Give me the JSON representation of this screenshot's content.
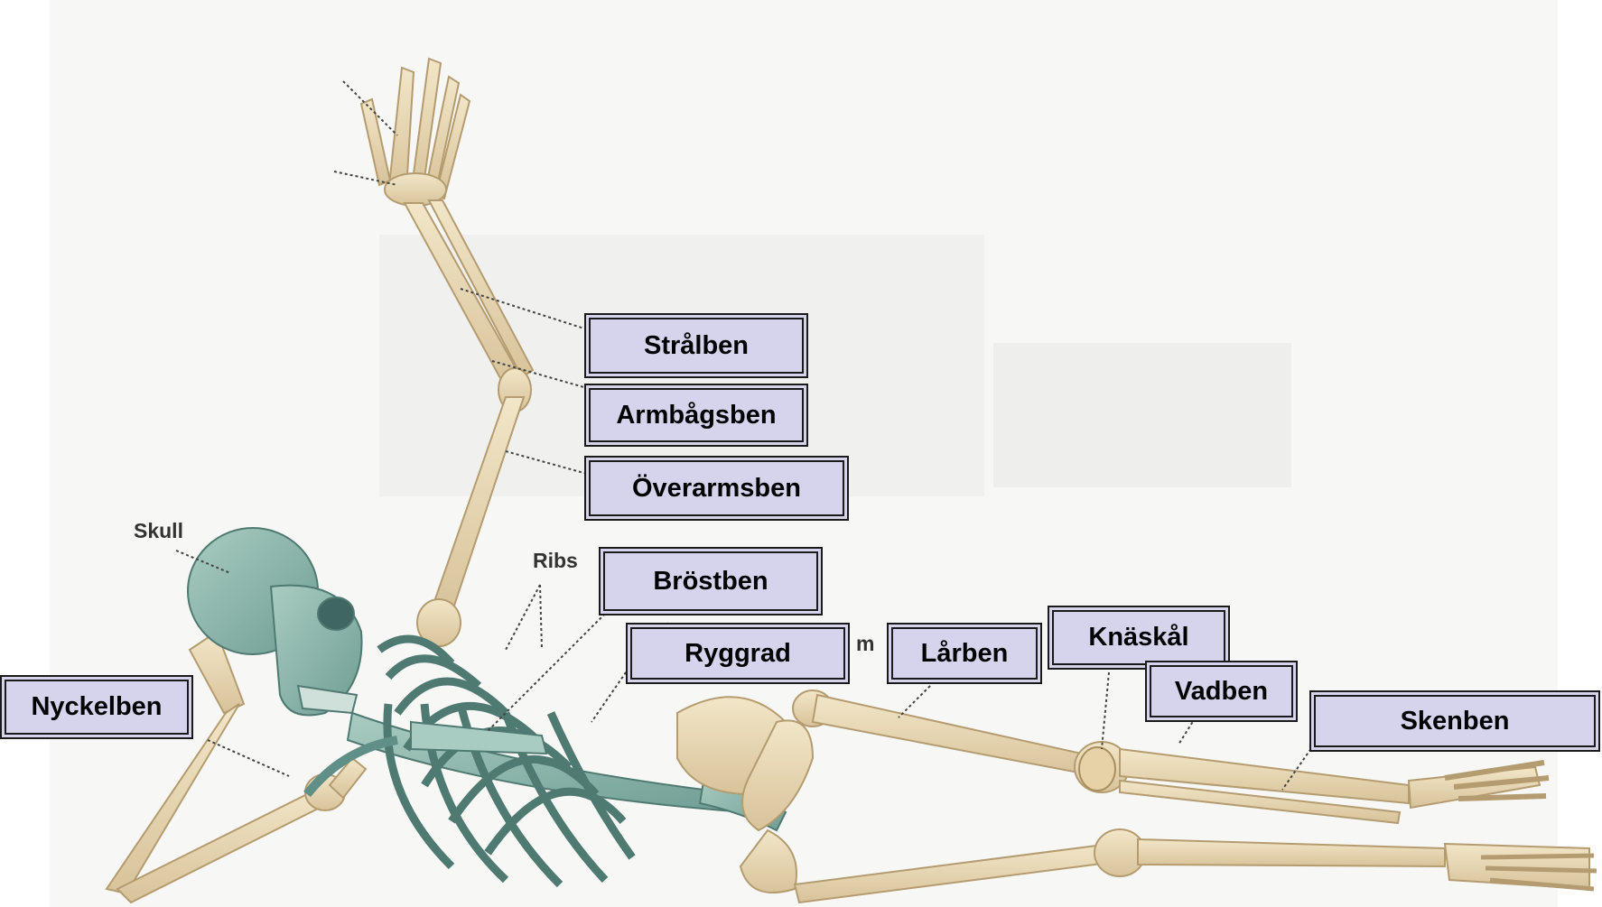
{
  "original_labels": {
    "skull": "Skull",
    "ribs": "Ribs",
    "m_fragment": "m"
  },
  "labels": {
    "stralben": "Strålben",
    "armbagsben": "Armbågsben",
    "overarmsben": "Överarmsben",
    "brostben": "Bröstben",
    "ryggrad": "Ryggrad",
    "larben": "Lårben",
    "knaskal": "Knäskål",
    "vadben": "Vadben",
    "skenben": "Skenben",
    "nyckelben": "Nyckelben"
  },
  "colors": {
    "bone": "#e9d9b4",
    "bone_shadow": "#c8b48c",
    "axial": "#8fb8ad",
    "axial_dark": "#5f8f86",
    "label_fill": "#d6d4ec"
  }
}
